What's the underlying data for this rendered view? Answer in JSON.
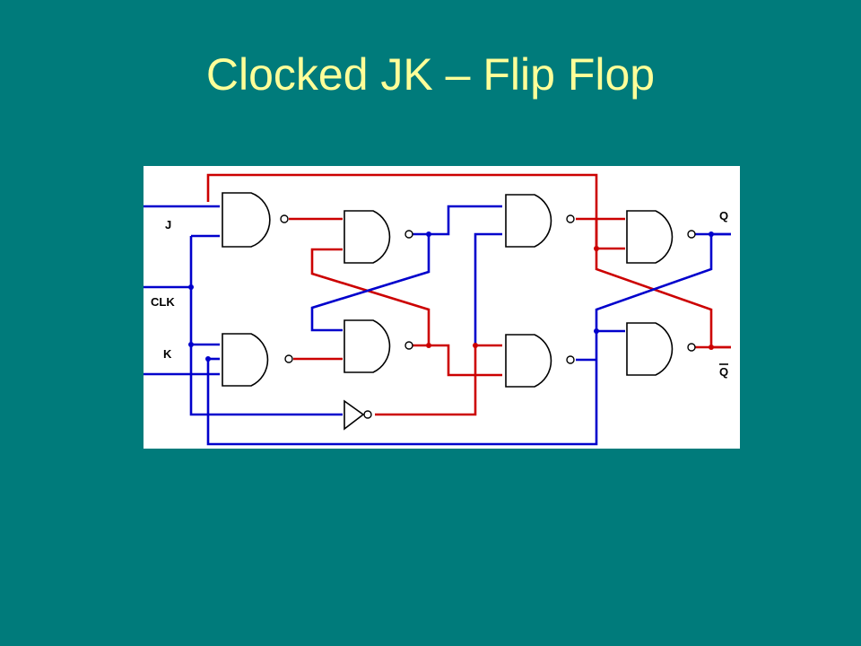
{
  "slide": {
    "title": "Clocked JK – Flip Flop"
  },
  "diagram": {
    "labels": {
      "j": "J",
      "clk": "CLK",
      "k": "K",
      "q": "Q",
      "q_bar": "Q"
    },
    "colors": {
      "background": "#007B7B",
      "title": "#FFFF99",
      "panel": "#FFFFFF",
      "wire_high": "#CC0000",
      "wire_low": "#0000CC"
    }
  }
}
